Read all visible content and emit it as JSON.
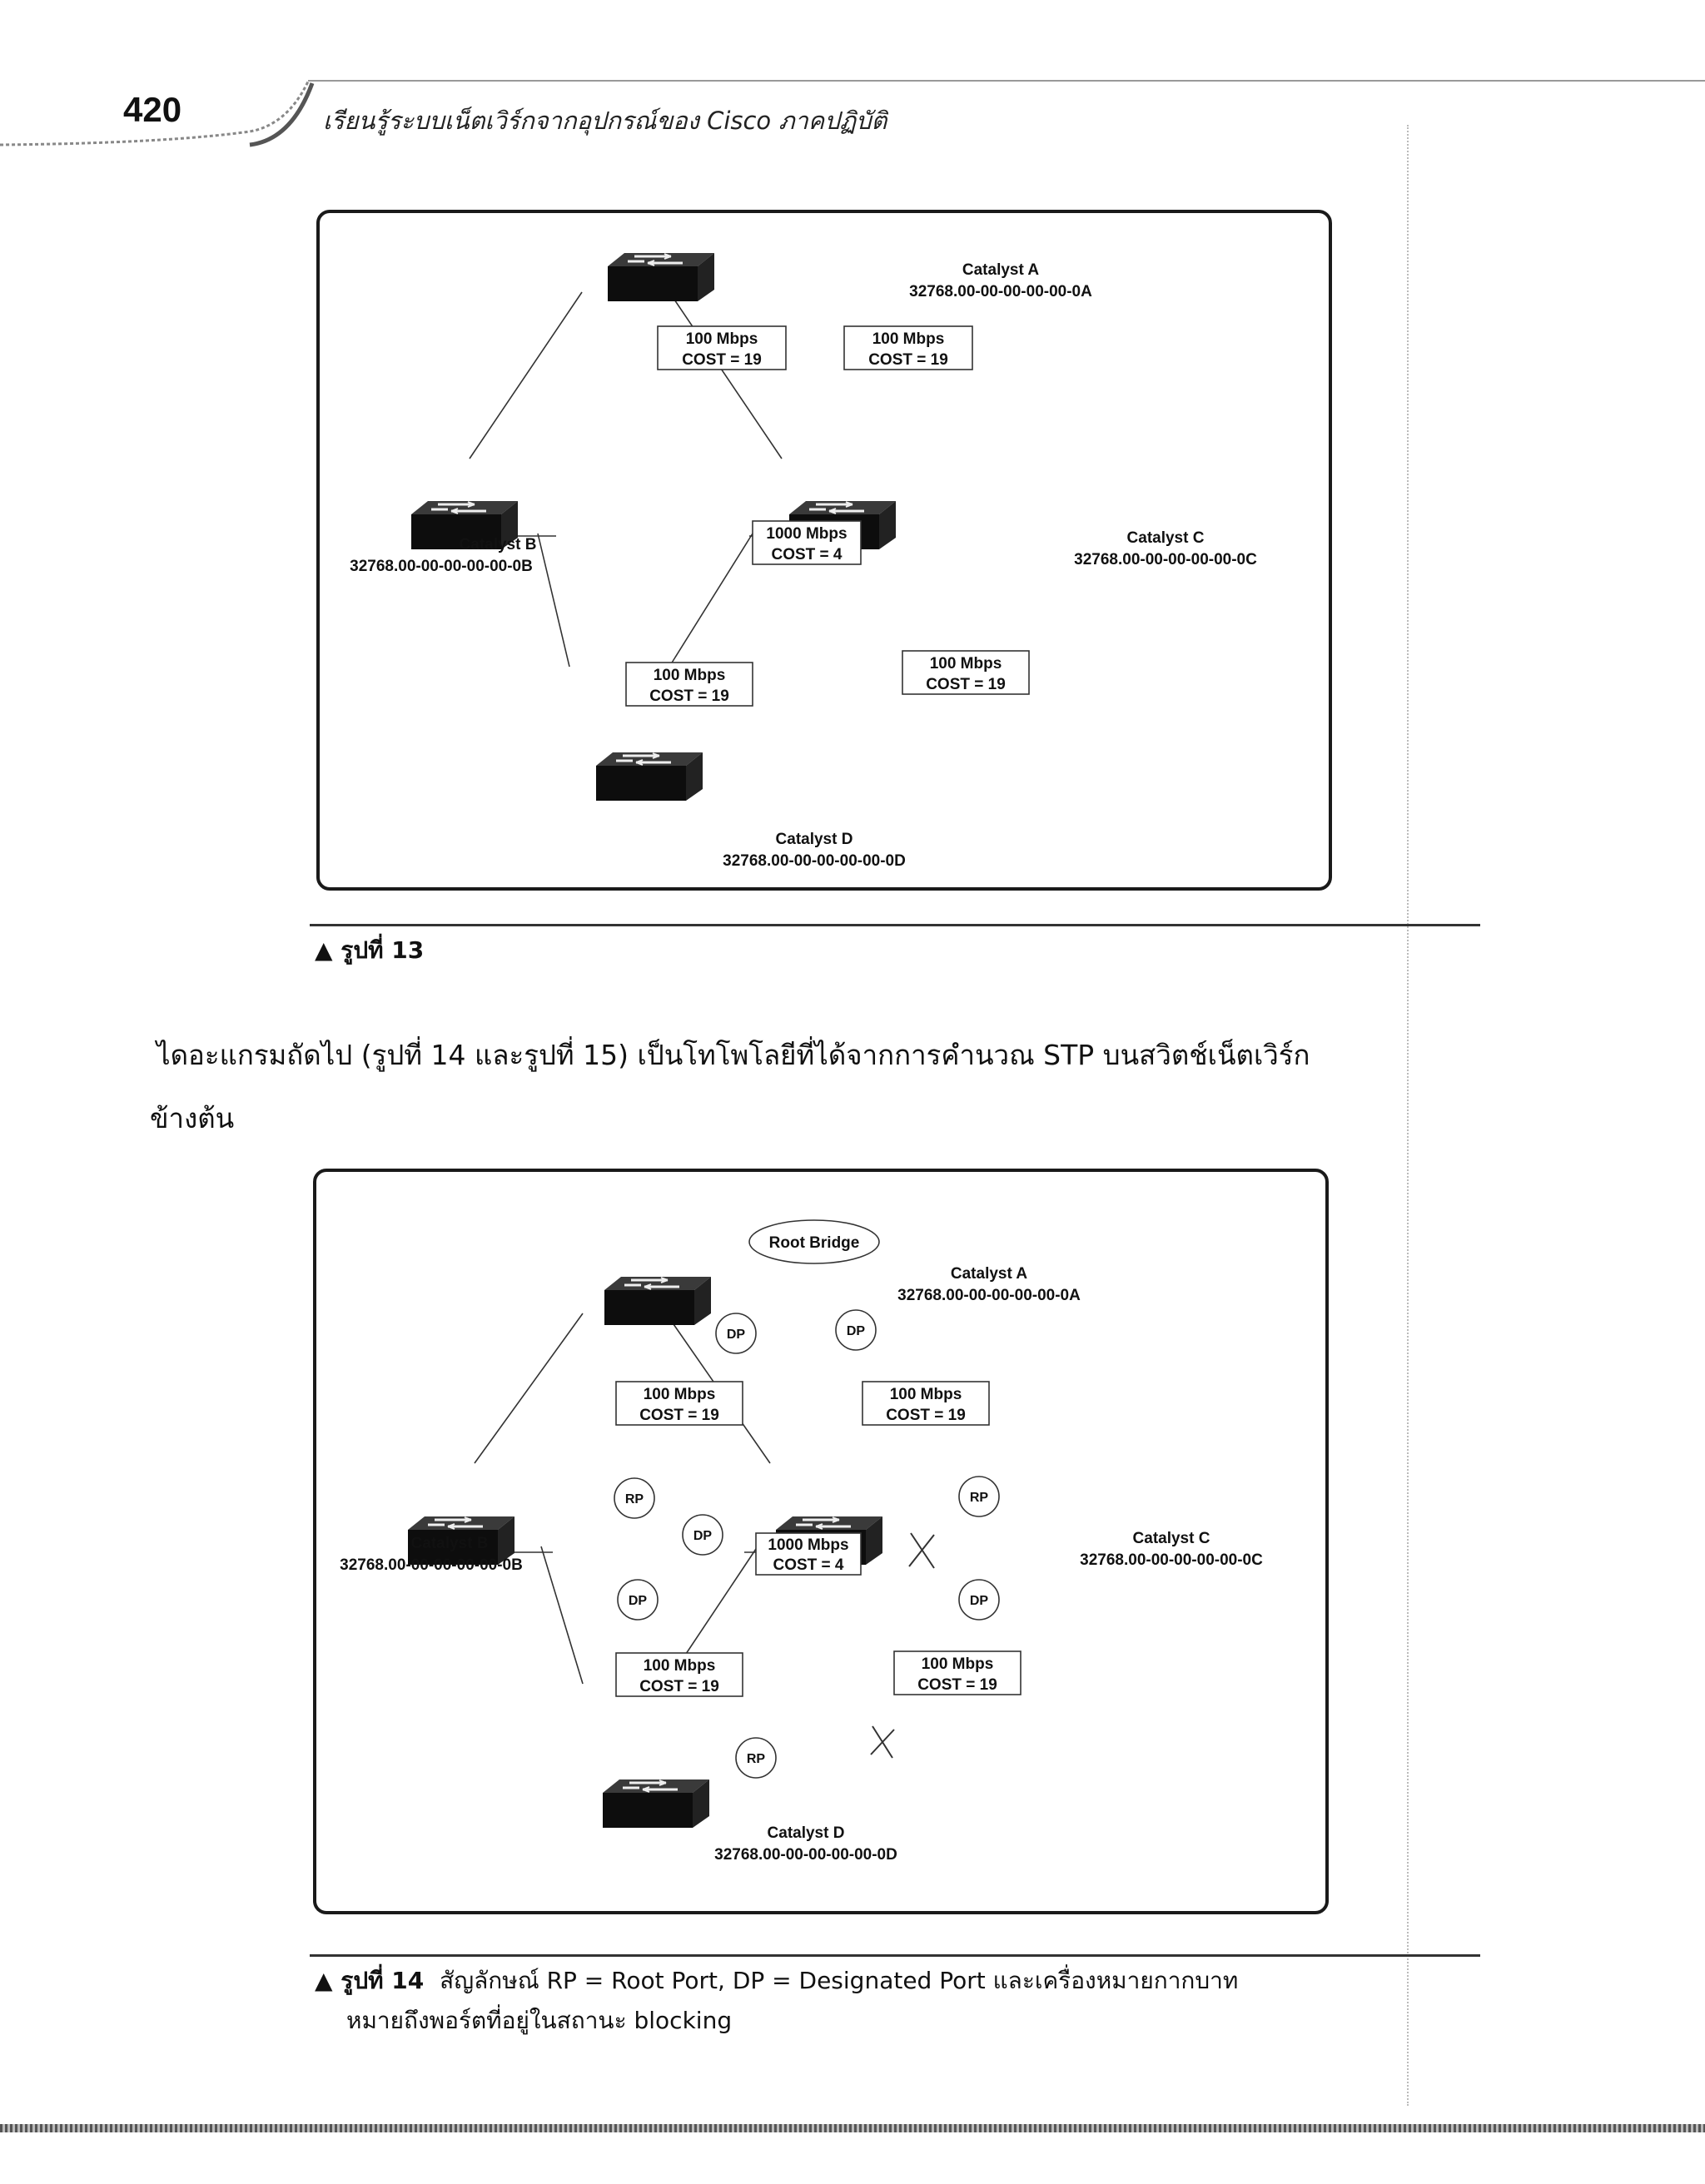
{
  "page": {
    "number": "420",
    "running_header": "เรียนรู้ระบบเน็ตเวิร์กจากอุปกรณ์ของ Cisco ภาคปฏิบัติ"
  },
  "figure13": {
    "caption_label": "▲ รูปที่ 13",
    "switches": {
      "a": {
        "name": "Catalyst A",
        "id": "32768.00-00-00-00-00-0A"
      },
      "b": {
        "name": "Catalyst B",
        "id": "32768.00-00-00-00-00-0B"
      },
      "c": {
        "name": "Catalyst C",
        "id": "32768.00-00-00-00-00-0C"
      },
      "d": {
        "name": "Catalyst D",
        "id": "32768.00-00-00-00-00-0D"
      }
    },
    "links": {
      "ab": {
        "speed": "100 Mbps",
        "cost": "COST = 19"
      },
      "ac": {
        "speed": "100 Mbps",
        "cost": "COST = 19"
      },
      "bc": {
        "speed": "1000 Mbps",
        "cost": "COST = 4"
      },
      "bd": {
        "speed": "100 Mbps",
        "cost": "COST = 19"
      },
      "cd": {
        "speed": "100 Mbps",
        "cost": "COST = 19"
      }
    }
  },
  "paragraph": {
    "line1": "ไดอะแกรมถัดไป (รูปที่ 14 และรูปที่ 15) เป็นโทโพโลยีที่ได้จากการคำนวณ STP บนสวิตช์เน็ตเวิร์ก",
    "line2": "ข้างต้น"
  },
  "figure14": {
    "caption_label": "▲ รูปที่ 14",
    "caption_text": "สัญลักษณ์ RP = Root Port, DP = Designated Port และเครื่องหมายกากบาท",
    "caption_line2": "หมายถึงพอร์ตที่อยู่ในสถานะ blocking",
    "root_bridge_label": "Root Bridge",
    "switches": {
      "a": {
        "name": "Catalyst A",
        "id": "32768.00-00-00-00-00-0A"
      },
      "b": {
        "name": "Catalyst B",
        "id": "32768.00-00-00-00-00-0B"
      },
      "c": {
        "name": "Catalyst C",
        "id": "32768.00-00-00-00-00-0C"
      },
      "d": {
        "name": "Catalyst D",
        "id": "32768.00-00-00-00-00-0D"
      }
    },
    "links": {
      "ab": {
        "speed": "100 Mbps",
        "cost": "COST = 19"
      },
      "ac": {
        "speed": "100 Mbps",
        "cost": "COST = 19"
      },
      "bc": {
        "speed": "1000 Mbps",
        "cost": "COST = 4"
      },
      "bd": {
        "speed": "100 Mbps",
        "cost": "COST = 19"
      },
      "cd": {
        "speed": "100 Mbps",
        "cost": "COST = 19"
      }
    },
    "ports": {
      "a_left": "DP",
      "a_right": "DP",
      "b_top": "RP",
      "b_right": "DP",
      "b_bottom": "DP",
      "c_top": "RP",
      "c_bottom": "DP",
      "d_top": "RP"
    }
  }
}
